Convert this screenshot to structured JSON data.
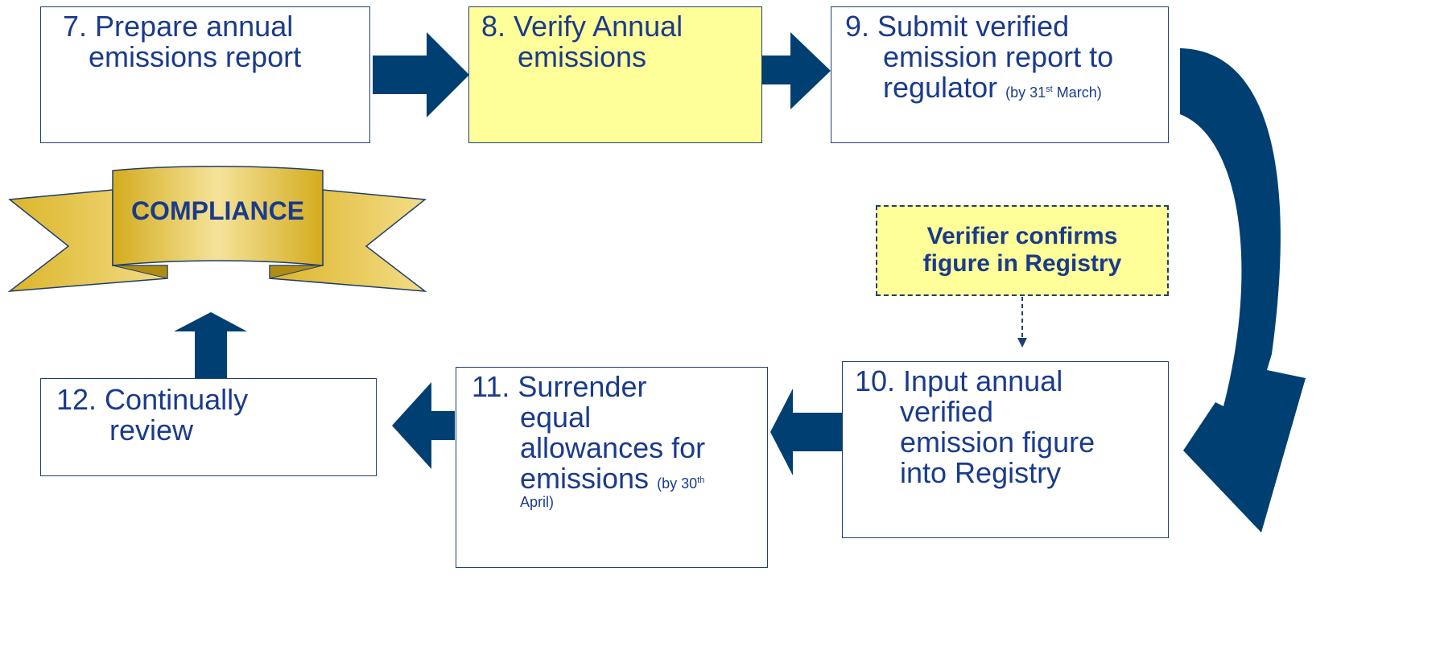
{
  "steps": {
    "s7": {
      "line1": "7. Prepare annual",
      "line2": "emissions report"
    },
    "s8": {
      "line1": "8. Verify Annual",
      "line2": "emissions"
    },
    "s9": {
      "line1": "9. Submit verified",
      "line2": "emission report to",
      "line3": "regulator",
      "note": "(by 31",
      "note_sup": "st",
      "note_end": " March)"
    },
    "s10": {
      "line1": "10. Input annual",
      "line2": "verified",
      "line3": "emission figure",
      "line4": "into Registry"
    },
    "s11": {
      "line1": "11. Surrender",
      "line2": "equal",
      "line3": "allowances for",
      "line4": "emissions",
      "note": "(by 30",
      "note_sup": "th",
      "note_end": "April)"
    },
    "s12": {
      "line1": "12. Continually",
      "line2": "review"
    }
  },
  "verifier_note": {
    "line1": "Verifier confirms",
    "line2": "figure in Registry"
  },
  "banner": {
    "label": "COMPLIANCE"
  },
  "colors": {
    "arrow": "#003f72",
    "highlight_box": "#ffff99",
    "banner_gold": "#e6c02f",
    "text": "#1a3b8c"
  }
}
